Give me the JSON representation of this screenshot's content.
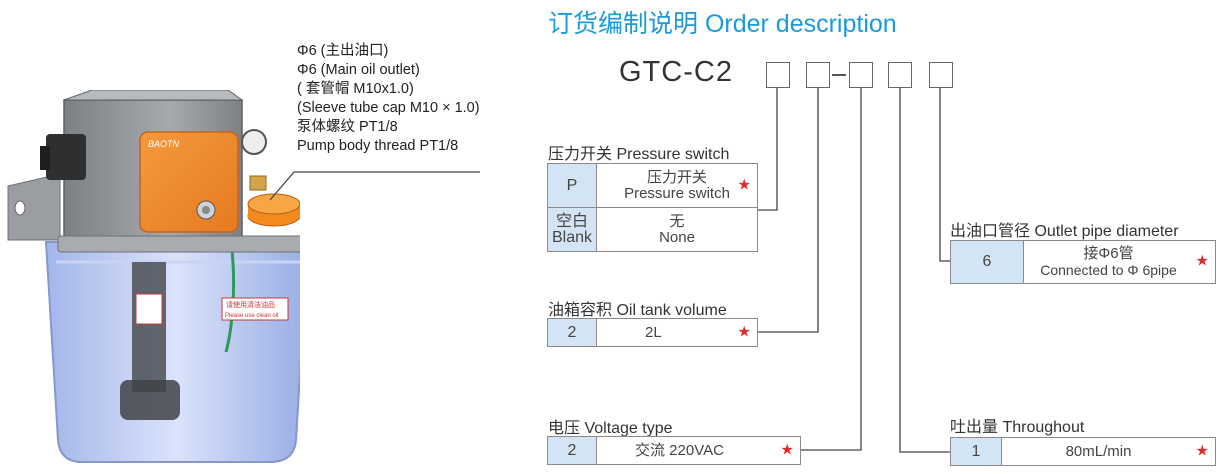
{
  "title": "订货编制说明 Order description",
  "model": "GTC-C2",
  "callout": [
    "Φ6 (主出油口)",
    "Φ6 (Main oil outlet)",
    "( 套管帽 M10x1.0)",
    "(Sleeve tube cap M10 × 1.0)",
    "泵体螺纹 PT1/8",
    "Pump body thread PT1/8"
  ],
  "pump_labels": {
    "brand": "BAOTN",
    "warning_cn": "请使用清洁油品",
    "warning_en": "Please use clean oil"
  },
  "pressure_switch": {
    "title": "压力开关 Pressure switch",
    "rows": [
      {
        "code": "P",
        "desc_cn": "压力开关",
        "desc_en": "Pressure switch",
        "star": "★"
      },
      {
        "code_cn": "空白",
        "code_en": "Blank",
        "desc_cn": "无",
        "desc_en": "None"
      }
    ]
  },
  "oil_tank": {
    "title": "油箱容积 Oil tank volume",
    "rows": [
      {
        "code": "2",
        "desc": "2L",
        "star": "★"
      }
    ]
  },
  "voltage": {
    "title": "电压  Voltage type",
    "rows": [
      {
        "code": "2",
        "desc": "交流 220VAC",
        "star": "★"
      }
    ]
  },
  "outlet_pipe": {
    "title": "出油口管径 Outlet pipe diameter",
    "rows": [
      {
        "code": "6",
        "desc_cn": "接Φ6管",
        "desc_en": "Connected to Φ 6pipe",
        "star": "★"
      }
    ]
  },
  "throughout": {
    "title": "吐出量 Throughout",
    "rows": [
      {
        "code": "1",
        "desc": "80mL/min",
        "star": "★"
      }
    ]
  },
  "colors": {
    "title_blue": "#1b9bd7",
    "code_cell_bg": "#d3e5f5",
    "star_red": "#e12a2a",
    "housing_orange": "#f08a2e",
    "housing_gray": "#8f9296"
  }
}
